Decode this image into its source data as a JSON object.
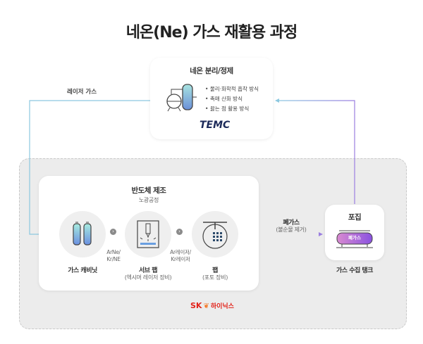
{
  "title": "네온(Ne) 가스 재활용 과정",
  "purification": {
    "title": "네온 분리/정제",
    "methods": [
      "물리·화학적 흡착 방식",
      "촉매 산화 방식",
      "끓는 점 활용 방식"
    ],
    "logo": "TEMC"
  },
  "laser_gas_label": "레이저 가스",
  "manufacturing": {
    "title": "반도체 제조",
    "subtitle": "노광공정",
    "steps": [
      {
        "label": "가스 캐비닛",
        "sub": ""
      },
      {
        "label": "서브 팹",
        "sub": "(엑시머 레이저 장비)"
      },
      {
        "label": "팹",
        "sub": "(포토 장비)"
      }
    ],
    "connectors": [
      "ArNe/\nKr/NE",
      "Ar레이저/\nKr레이저"
    ]
  },
  "waste": {
    "label": "폐가스",
    "sub": "(불순물 제거)"
  },
  "collection": {
    "title": "포집",
    "tank_label": "폐가스",
    "caption": "가스 수집 탱크"
  },
  "brand": {
    "sk": "SK",
    "name": "하이닉스"
  },
  "colors": {
    "blue_line": "#8cc8e0",
    "purple_line": "#9b7fe0",
    "sk_red": "#e2231a",
    "sk_orange": "#f47725"
  }
}
